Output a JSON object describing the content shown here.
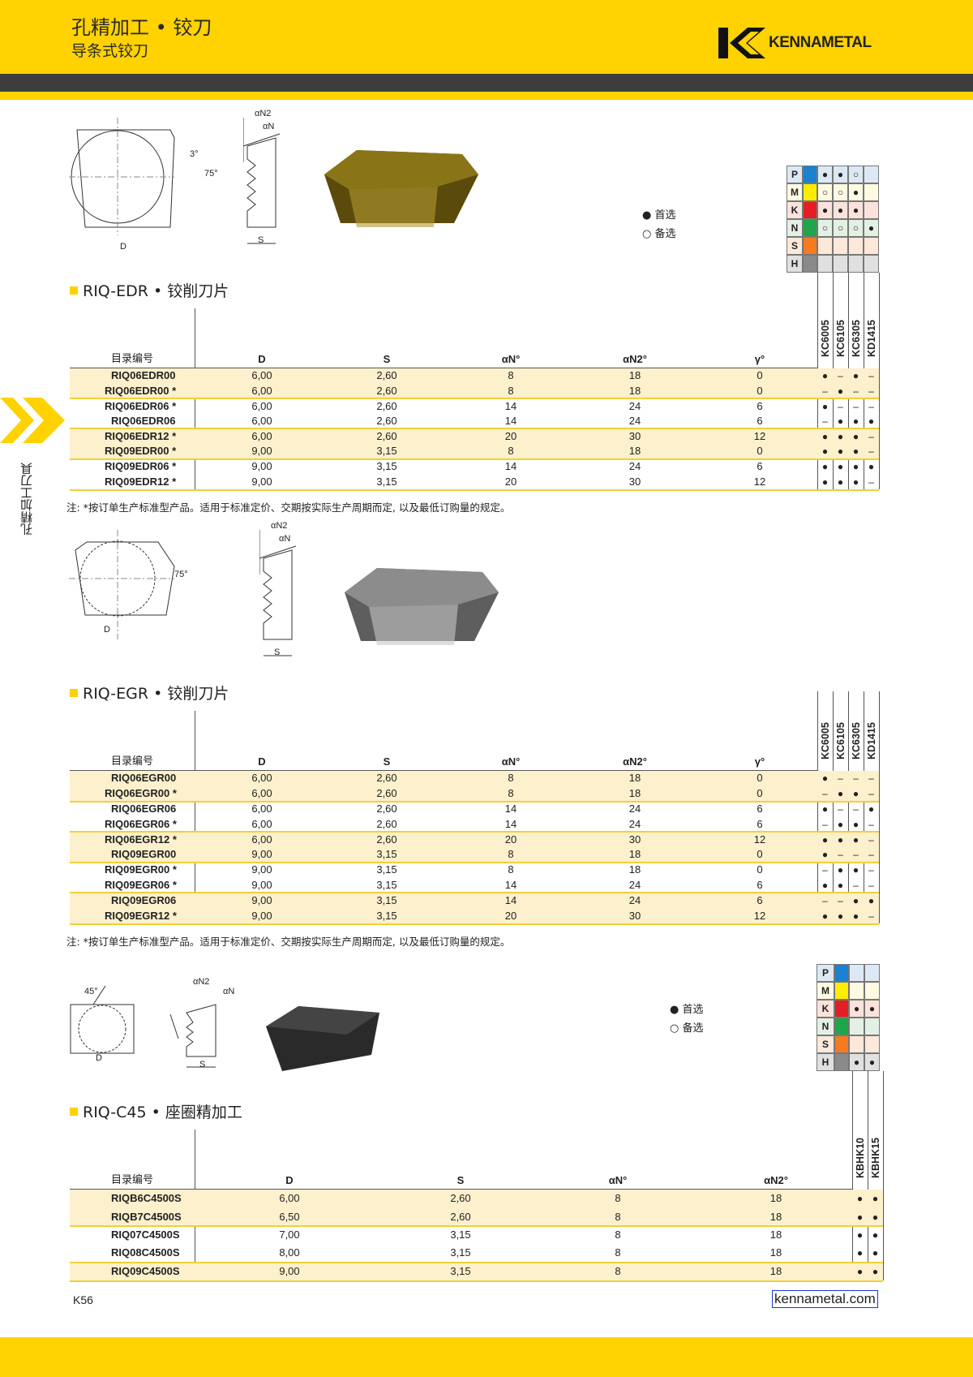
{
  "header": {
    "title": "孔精加工 • 铰刀",
    "subtitle": "导条式铰刀",
    "brand": "KENNAMETAL"
  },
  "side_tab": "孔精加工刀具",
  "legend": {
    "preferred": "● 首选",
    "alternate": "○ 备选"
  },
  "materials": [
    {
      "code": "P",
      "color": "#1a82d0",
      "tint": "#dce9f5"
    },
    {
      "code": "M",
      "color": "#ffed00",
      "tint": "#fffbe3"
    },
    {
      "code": "K",
      "color": "#e31e24",
      "tint": "#fbe3dc"
    },
    {
      "code": "N",
      "color": "#1fa64a",
      "tint": "#e4f0e4"
    },
    {
      "code": "S",
      "color": "#f47b20",
      "tint": "#fde8da"
    },
    {
      "code": "H",
      "color": "#8a8a8a",
      "tint": "#e0e0e0"
    }
  ],
  "sections": [
    {
      "title": "RIQ-EDR • 铰削刀片",
      "drawing_labels": {
        "d": "D",
        "s": "S",
        "an": "αN",
        "an2": "αN2",
        "a1": "3°",
        "a2": "75°"
      },
      "material_grid": {
        "P": [
          "●",
          "●",
          "○",
          ""
        ],
        "M": [
          "○",
          "○",
          "●",
          ""
        ],
        "K": [
          "●",
          "●",
          "●",
          ""
        ],
        "N": [
          "○",
          "○",
          "○",
          "●"
        ],
        "S": [
          "",
          "",
          "",
          ""
        ],
        "H": [
          "",
          "",
          "",
          ""
        ]
      },
      "columns": [
        "目录编号",
        "D",
        "S",
        "αN°",
        "αN2°",
        "γ°"
      ],
      "grades": [
        "KC6005",
        "KC6105",
        "KC6305",
        "KD1415"
      ],
      "rows": [
        [
          "RIQ06EDR00",
          "6,00",
          "2,60",
          "8",
          "18",
          "0",
          [
            "●",
            "–",
            "●",
            "–"
          ]
        ],
        [
          "RIQ06EDR00 *",
          "6,00",
          "2,60",
          "8",
          "18",
          "0",
          [
            "–",
            "●",
            "–",
            "–"
          ]
        ],
        [
          "RIQ06EDR06 *",
          "6,00",
          "2,60",
          "14",
          "24",
          "6",
          [
            "●",
            "–",
            "–",
            "–"
          ]
        ],
        [
          "RIQ06EDR06",
          "6,00",
          "2,60",
          "14",
          "24",
          "6",
          [
            "–",
            "●",
            "●",
            "●"
          ]
        ],
        [
          "RIQ06EDR12 *",
          "6,00",
          "2,60",
          "20",
          "30",
          "12",
          [
            "●",
            "●",
            "●",
            "–"
          ]
        ],
        [
          "RIQ09EDR00 *",
          "9,00",
          "3,15",
          "8",
          "18",
          "0",
          [
            "●",
            "●",
            "●",
            "–"
          ]
        ],
        [
          "RIQ09EDR06 *",
          "9,00",
          "3,15",
          "14",
          "24",
          "6",
          [
            "●",
            "●",
            "●",
            "●"
          ]
        ],
        [
          "RIQ09EDR12 *",
          "9,00",
          "3,15",
          "20",
          "30",
          "12",
          [
            "●",
            "●",
            "●",
            "–"
          ]
        ]
      ],
      "note": "注:  *按订单生产标准型产品。适用于标准定价、交期按实际生产周期而定, 以及最低订购量的规定。"
    },
    {
      "title": "RIQ-EGR • 铰削刀片",
      "drawing_labels": {
        "d": "D",
        "s": "S",
        "an": "αN",
        "an2": "αN2",
        "a2": "75°"
      },
      "columns": [
        "目录编号",
        "D",
        "S",
        "αN°",
        "αN2°",
        "γ°"
      ],
      "grades": [
        "KC6005",
        "KC6105",
        "KC6305",
        "KD1415"
      ],
      "rows": [
        [
          "RIQ06EGR00",
          "6,00",
          "2,60",
          "8",
          "18",
          "0",
          [
            "●",
            "–",
            "–",
            "–"
          ]
        ],
        [
          "RIQ06EGR00 *",
          "6,00",
          "2,60",
          "8",
          "18",
          "0",
          [
            "–",
            "●",
            "●",
            "–"
          ]
        ],
        [
          "RIQ06EGR06",
          "6,00",
          "2,60",
          "14",
          "24",
          "6",
          [
            "●",
            "–",
            "–",
            "●"
          ]
        ],
        [
          "RIQ06EGR06 *",
          "6,00",
          "2,60",
          "14",
          "24",
          "6",
          [
            "–",
            "●",
            "●",
            "–"
          ]
        ],
        [
          "RIQ06EGR12 *",
          "6,00",
          "2,60",
          "20",
          "30",
          "12",
          [
            "●",
            "●",
            "●",
            "–"
          ]
        ],
        [
          "RIQ09EGR00",
          "9,00",
          "3,15",
          "8",
          "18",
          "0",
          [
            "●",
            "–",
            "–",
            "–"
          ]
        ],
        [
          "RIQ09EGR00 *",
          "9,00",
          "3,15",
          "8",
          "18",
          "0",
          [
            "–",
            "●",
            "●",
            "–"
          ]
        ],
        [
          "RIQ09EGR06 *",
          "9,00",
          "3,15",
          "14",
          "24",
          "6",
          [
            "●",
            "●",
            "–",
            "–"
          ]
        ],
        [
          "RIQ09EGR06",
          "9,00",
          "3,15",
          "14",
          "24",
          "6",
          [
            "–",
            "–",
            "●",
            "●"
          ]
        ],
        [
          "RIQ09EGR12 *",
          "9,00",
          "3,15",
          "20",
          "30",
          "12",
          [
            "●",
            "●",
            "●",
            "–"
          ]
        ]
      ],
      "note": "注:  *按订单生产标准型产品。适用于标准定价、交期按实际生产周期而定, 以及最低订购量的规定。"
    },
    {
      "title": "RIQ-C45 • 座圈精加工",
      "drawing_labels": {
        "d": "D",
        "s": "S",
        "an": "αN",
        "an2": "αN2",
        "a1": "45°"
      },
      "material_grid": {
        "P": [
          "",
          ""
        ],
        "M": [
          "",
          ""
        ],
        "K": [
          "●",
          "●"
        ],
        "N": [
          "",
          ""
        ],
        "S": [
          "",
          ""
        ],
        "H": [
          "●",
          "●"
        ]
      },
      "columns": [
        "目录编号",
        "D",
        "S",
        "αN°",
        "αN2°"
      ],
      "grades": [
        "KBHK10",
        "KBHK15"
      ],
      "rows": [
        [
          "RIQB6C4500S",
          "6,00",
          "2,60",
          "8",
          "18",
          [
            "●",
            "●"
          ]
        ],
        [
          "RIQB7C4500S",
          "6,50",
          "2,60",
          "8",
          "18",
          [
            "●",
            "●"
          ]
        ],
        [
          "RIQ07C4500S",
          "7,00",
          "3,15",
          "8",
          "18",
          [
            "●",
            "●"
          ]
        ],
        [
          "RIQ08C4500S",
          "8,00",
          "3,15",
          "8",
          "18",
          [
            "●",
            "●"
          ]
        ],
        [
          "RIQ09C4500S",
          "9,00",
          "3,15",
          "8",
          "18",
          [
            "●",
            "●"
          ]
        ]
      ]
    }
  ],
  "footer": {
    "page": "K56",
    "url": "kennametal.com"
  }
}
